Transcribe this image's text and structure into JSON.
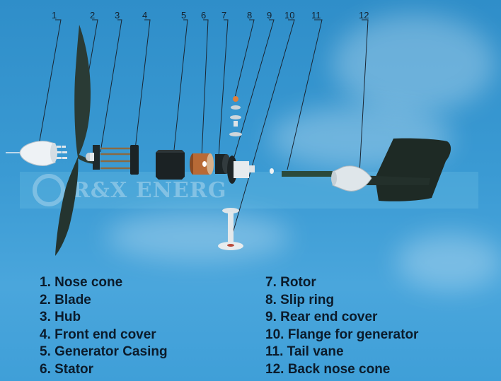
{
  "watermark_text": "R&X ENERG",
  "callouts": [
    "1",
    "2",
    "3",
    "4",
    "5",
    "6",
    "7",
    "8",
    "9",
    "10",
    "11",
    "12"
  ],
  "legend": [
    "1. Nose cone",
    "2. Blade",
    "3. Hub",
    "4. Front end cover",
    "5. Generator Casing",
    "6. Stator",
    "7. Rotor",
    "8. Slip ring",
    "9. Rear end cover",
    "10. Flange for generator",
    "11. Tail vane",
    "12. Back nose cone"
  ],
  "colors": {
    "sky": "#3a9ad3",
    "text": "#0b1b2b",
    "tail_fin": "#1e2a25",
    "stator": "#b86a36"
  }
}
